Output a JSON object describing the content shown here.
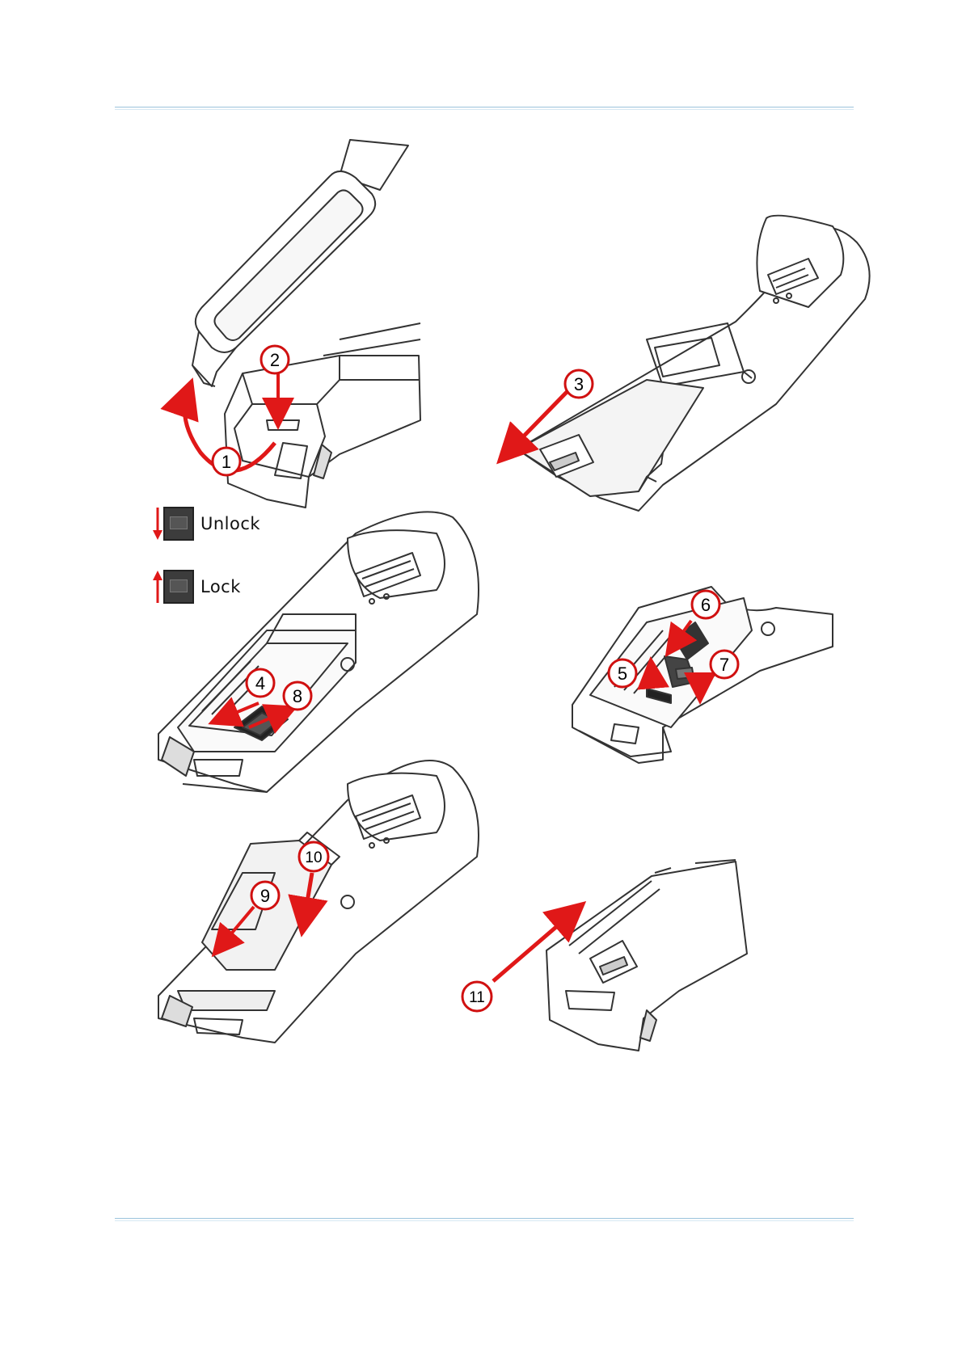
{
  "figure": {
    "steps": [
      "1",
      "2",
      "3",
      "4",
      "5",
      "6",
      "7",
      "8",
      "9",
      "10",
      "11"
    ],
    "legend": [
      {
        "label": "Unlock",
        "arrow": "down",
        "icon": "switch-icon"
      },
      {
        "label": "Lock",
        "arrow": "up",
        "icon": "switch-icon"
      }
    ]
  },
  "colors": {
    "rule": "#9cc3dc",
    "accent": "#e01818",
    "line": "#333333",
    "badge_fill": "#ffffff"
  }
}
